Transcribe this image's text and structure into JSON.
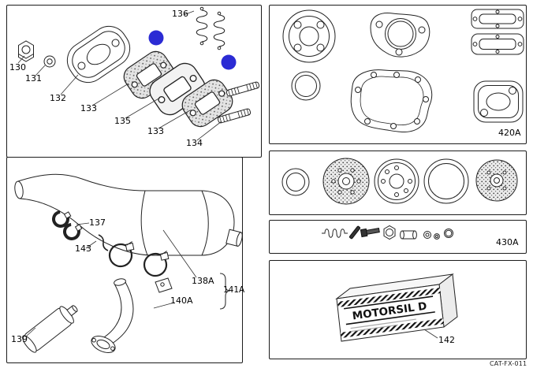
{
  "doc_code": "CAT-FX-011",
  "colors": {
    "marker": "#2b2bd4"
  },
  "manifold_panel": {
    "labels": {
      "nut": "130",
      "washer": "131",
      "flange": "132",
      "gasket_left": "133",
      "insulator": "135",
      "gasket_right": "133",
      "studs": "134",
      "springs": "136"
    }
  },
  "exhaust_panel": {
    "labels": {
      "clamp": "137",
      "spring_hook": "143",
      "expansion_pipe": "138A",
      "silencer": "139",
      "elbow": "140A",
      "pipe_assembly": "141A"
    }
  },
  "gasket_set_panel": {
    "code": "420A"
  },
  "engine_kit_panel": {
    "code": "430A"
  },
  "sealant_panel": {
    "code": "142",
    "product_name": "MOTORSIL D"
  }
}
